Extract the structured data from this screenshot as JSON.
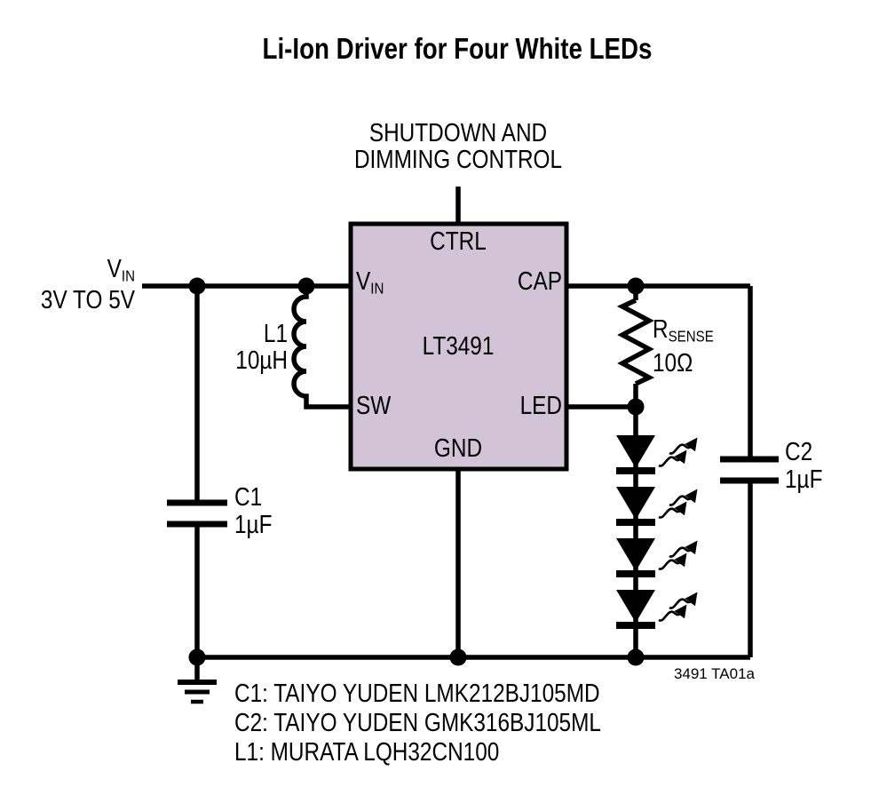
{
  "title": "Li-Ion Driver for Four White LEDs",
  "control_label": {
    "line1": "SHUTDOWN AND",
    "line2": "DIMMING CONTROL"
  },
  "input_supply": {
    "name": "V",
    "name_sub": "IN",
    "range": "3V TO 5V"
  },
  "ic": {
    "part_number": "LT3491",
    "pins": {
      "ctrl": "CTRL",
      "vin": "V",
      "vin_sub": "IN",
      "cap": "CAP",
      "sw": "SW",
      "led": "LED",
      "gnd": "GND"
    }
  },
  "components": {
    "l1": {
      "designator": "L1",
      "value": "10µH"
    },
    "c1": {
      "designator": "C1",
      "value": "1µF"
    },
    "c2": {
      "designator": "C2",
      "value": "1µF"
    },
    "rsense": {
      "designator": "R",
      "designator_sub": "SENSE",
      "value": "10Ω"
    },
    "led_string": {
      "count": 4,
      "type": "white LED"
    }
  },
  "notes": [
    "C1: TAIYO YUDEN LMK212BJ105MD",
    "C2: TAIYO YUDEN GMK316BJ105ML",
    "L1: MURATA LQH32CN100"
  ],
  "figure_reference": "3491 TA01a",
  "colors": {
    "background": "#FFFFFF",
    "line": "#000000",
    "ic_fill": "#D2C3D6"
  }
}
